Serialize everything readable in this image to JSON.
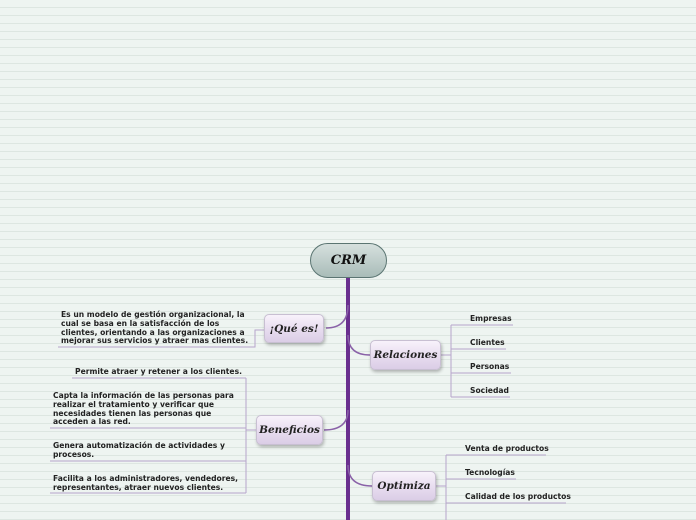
{
  "root": {
    "label": "CRM"
  },
  "branches": {
    "que_es": {
      "label": "¡Qué es!",
      "leaves": [
        "Es un modelo de gestión organizacional, la\ncual se basa en la satisfacción de los\nclientes, orientando a las organizaciones a\nmejorar sus servicios y atraer mas clientes."
      ]
    },
    "beneficios": {
      "label": "Beneficios",
      "leaves": [
        "Permite atraer y retener a los clientes.",
        "Capta la información de las personas para\nrealizar el tratamiento y verificar que\nnecesidades tienen las personas que\nacceden a las red.",
        "Genera automatización de actividades y\nprocesos.",
        "Facilita a los administradores, vendedores,\nrepresentantes, atraer nuevos clientes."
      ]
    },
    "relaciones": {
      "label": "Relaciones",
      "leaves": [
        "Empresas",
        "Clientes",
        "Personas",
        "Sociedad"
      ]
    },
    "optimiza": {
      "label": "Optimiza",
      "leaves": [
        "Venta de productos",
        "Tecnologías",
        "Calidad de los productos"
      ]
    }
  },
  "colors": {
    "trunk": "#6a2f8f",
    "connector": "#b7a5cc",
    "background": "#eef4f1"
  }
}
